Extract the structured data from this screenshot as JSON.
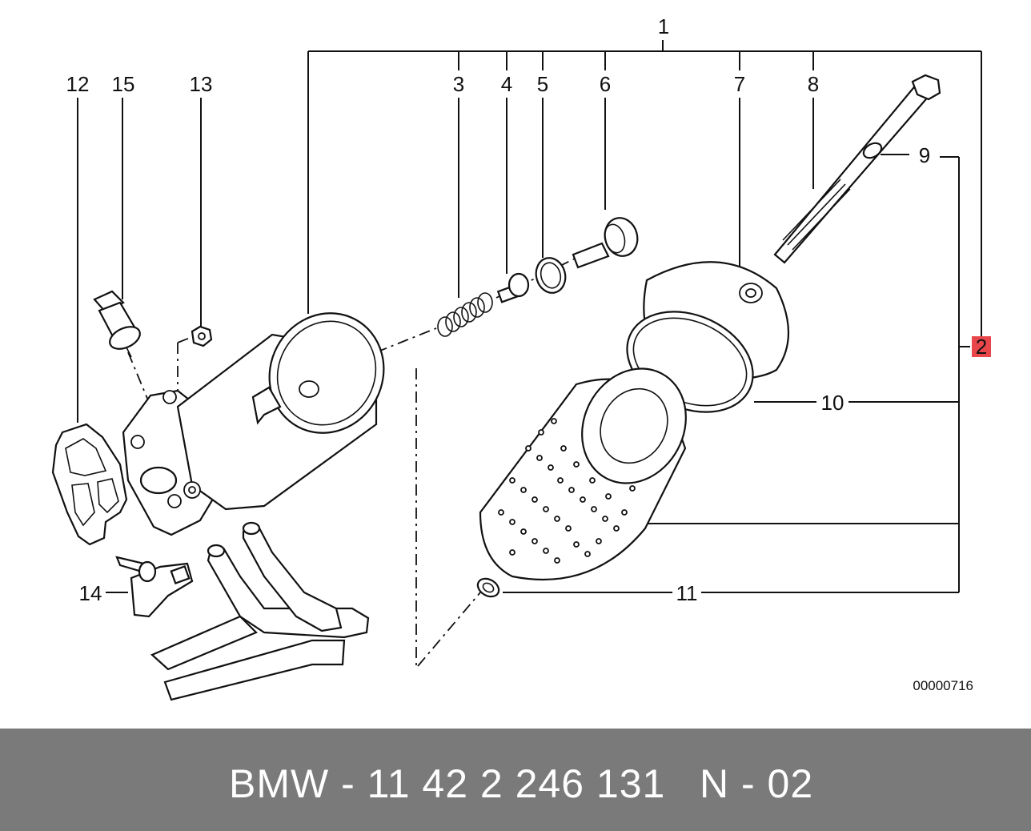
{
  "diagram": {
    "callouts": {
      "c1": "1",
      "c2": "2",
      "c3": "3",
      "c4": "4",
      "c5": "5",
      "c6": "6",
      "c7": "7",
      "c8": "8",
      "c9": "9",
      "c10": "10",
      "c11": "11",
      "c12": "12",
      "c13": "13",
      "c14": "14",
      "c15": "15"
    },
    "highlighted_callout_color": "#e8464a",
    "drawing_number": "00000716"
  },
  "footer": {
    "part_number": "BMW - 11 42 2 246 131",
    "page_ref": "N - 02",
    "background_color": "#7a7a7a"
  }
}
